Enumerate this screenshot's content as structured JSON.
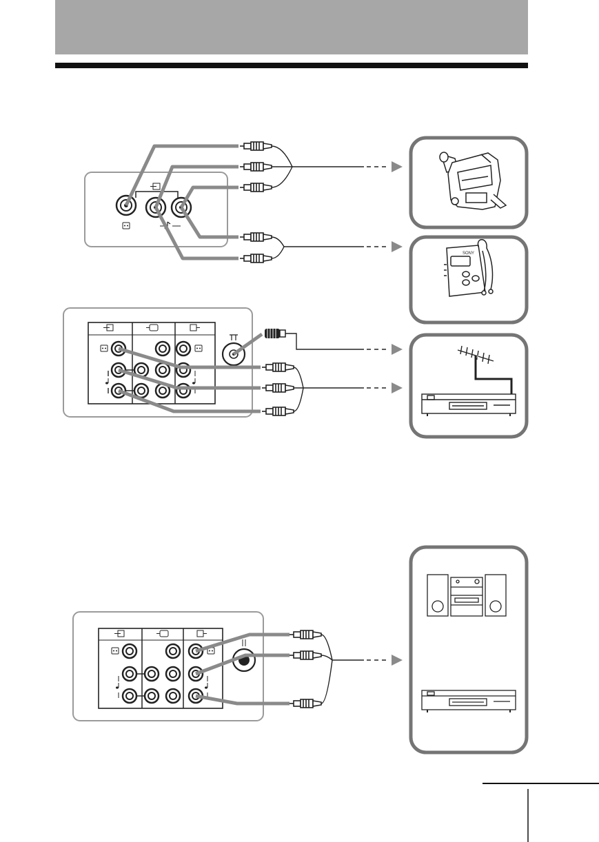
{
  "brand_label": "SONY",
  "colors": {
    "header_band": "#a7a7a7",
    "rule": "#111111",
    "cable": "#8a8a8a",
    "panel_border": "#9a9a9a",
    "device_border": "#757575",
    "ink": "#1a1a1a"
  },
  "icons": {
    "video_jack": "video-icon",
    "audio_jack": "note-icon",
    "input_group": "input-arrow-icon",
    "monitor_group": "monitor-out-icon",
    "output_group": "output-arrow-icon",
    "antenna_jack": "antenna-icon",
    "flow_arrow": "dashed-arrow-icon"
  },
  "devices": [
    {
      "id": "camcorder",
      "icon": "camcorder-icon"
    },
    {
      "id": "personal-stereo",
      "icon": "cassette-player-icon"
    },
    {
      "id": "antenna-vcr",
      "icon": "antenna-vcr-icon"
    },
    {
      "id": "audio-recorders",
      "icon": "stereo-system-icon"
    }
  ]
}
